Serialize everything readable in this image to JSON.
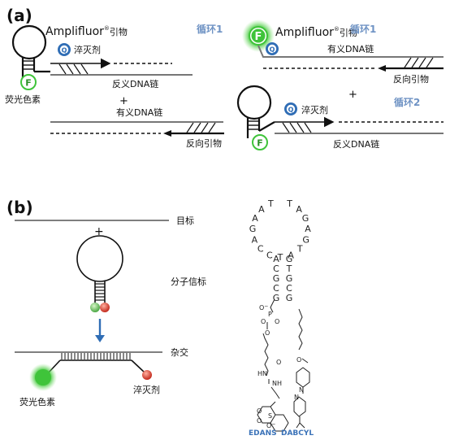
{
  "panel_a": {
    "label": "(a)",
    "cycle1": "循环1",
    "cycle2": "循环2",
    "primer": "Amplifluor",
    "primer_suffix": "引物",
    "registered": "®",
    "quencher": "淬灭剂",
    "antisense": "反义DNA链",
    "sense": "有义DNA链",
    "reverse_primer": "反向引物",
    "fluorophore": "荧光色素",
    "plus": "+",
    "badge_q": "Q",
    "badge_f": "F"
  },
  "panel_b": {
    "label": "(b)",
    "target": "目标",
    "plus": "+",
    "molecular_beacon": "分子信标",
    "hybridization": "杂交",
    "fluorophore": "荧光色素",
    "quencher": "淬灭剂",
    "edans": "EDANS",
    "dabcyl": "DABCYL",
    "loop_letters": [
      "T",
      "A",
      "A",
      "G",
      "A",
      "C",
      "C",
      "T",
      "A",
      "T",
      "G",
      "A",
      "G",
      "A",
      "T"
    ],
    "stem_left": [
      "A",
      "C",
      "G",
      "C",
      "G"
    ],
    "stem_right": [
      "G",
      "T",
      "G",
      "C",
      "G"
    ],
    "chem": {
      "o_minus": "O",
      "minus": "−",
      "p": "P",
      "o": "O",
      "hn": "HN",
      "nh": "NH",
      "n": "N",
      "s": "S"
    }
  },
  "colors": {
    "line": "#7a7a7a",
    "dark": "#111111",
    "blue": "#2f6db5",
    "cycle_blue": "#6f93c4",
    "green": "#3fc43a",
    "red": "#d23a2a",
    "label_blue": "#3a72b8"
  }
}
